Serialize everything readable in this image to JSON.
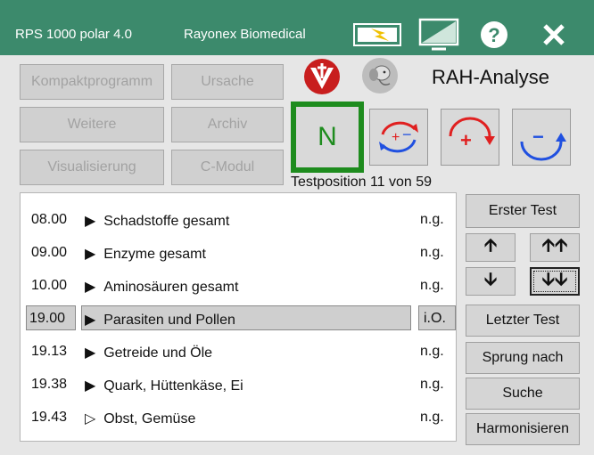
{
  "titlebar": {
    "device": "RPS 1000 polar 4.0",
    "vendor": "Rayonex Biomedical"
  },
  "menu": {
    "kompakt": "Kompaktprogramm",
    "ursache": "Ursache",
    "weitere": "Weitere",
    "archiv": "Archiv",
    "visual": "Visualisierung",
    "cmodul": "C-Modul"
  },
  "analysis": {
    "title": "RAH-Analyse",
    "n_label": "N",
    "test_position": "Testposition 11 von 59"
  },
  "list": {
    "rows": [
      {
        "code": "08.00",
        "marker": "▶",
        "name": "Schadstoffe gesamt",
        "value": "n.g."
      },
      {
        "code": "09.00",
        "marker": "▶",
        "name": "Enzyme gesamt",
        "value": "n.g."
      },
      {
        "code": "10.00",
        "marker": "▶",
        "name": "Aminosäuren gesamt",
        "value": "n.g."
      },
      {
        "code": "19.00",
        "marker": "▶",
        "name": "Parasiten und Pollen",
        "value": "i.O."
      },
      {
        "code": "19.13",
        "marker": "▶",
        "name": "Getreide und Öle",
        "value": "n.g."
      },
      {
        "code": "19.38",
        "marker": "▶",
        "name": "Quark, Hüttenkäse, Ei",
        "value": "n.g."
      },
      {
        "code": "19.43",
        "marker": "▷",
        "name": "Obst, Gemüse",
        "value": "n.g."
      }
    ]
  },
  "nav": {
    "first_test": "Erster Test",
    "last_test": "Letzter Test",
    "jump": "Sprung nach",
    "search": "Suche",
    "harmonize": "Harmonisieren",
    "up": "🡩",
    "up_double": "🡩🡩",
    "down": "🡫",
    "down_double": "🡫🡫"
  },
  "colors": {
    "titlebar": "#3c8a6c",
    "accent_green": "#1e8c1e",
    "polarity_red": "#e02020",
    "polarity_blue": "#2050e0"
  }
}
